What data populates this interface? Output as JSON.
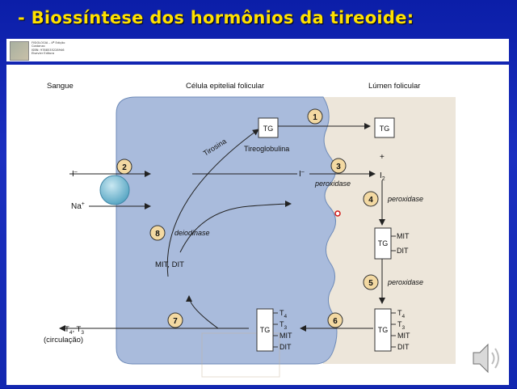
{
  "slide": {
    "title": "- Biossíntese dos hormônios da tireoide:"
  },
  "credit": {
    "lines": [
      "FISIOLOGIA – 4ª Edição",
      "Costanzo",
      "ISBN: 9788535228946",
      "Elsevier Editora"
    ]
  },
  "diagram": {
    "regions": {
      "blood": "Sangue",
      "cell": "Célula epitelial folicular",
      "lumen": "Lúmen folicular"
    },
    "steps": [
      "1",
      "2",
      "3",
      "4",
      "5",
      "6",
      "7",
      "8"
    ],
    "tg": "TG",
    "thyroglobulin": "Tireoglobulina",
    "tyrosine": "Tirosina",
    "iodide": "I",
    "iodide_charge": "–",
    "sodium": "Na",
    "sodium_charge": "+",
    "iodine": "I",
    "iodine_sub": "2",
    "plus": "+",
    "peroxidase": "peroxidase",
    "deiodinase": "deiodinase",
    "mit_dit": "MIT, DIT",
    "mit": "MIT",
    "dit": "DIT",
    "t4": "T",
    "t4_sub": "4",
    "t3": "T",
    "t3_sub": "3",
    "circ_t4": "T",
    "circ_sep": ", T",
    "circulation": "(circulação)"
  },
  "colors": {
    "title": "#ffe100",
    "background": "#1328b0",
    "cell_fill": "#a9bbdc",
    "lumen_fill": "#ede6da",
    "channel": "#79b9d2",
    "step_badge": "#f3d9a2"
  },
  "icons": {
    "speaker": "speaker-icon"
  }
}
